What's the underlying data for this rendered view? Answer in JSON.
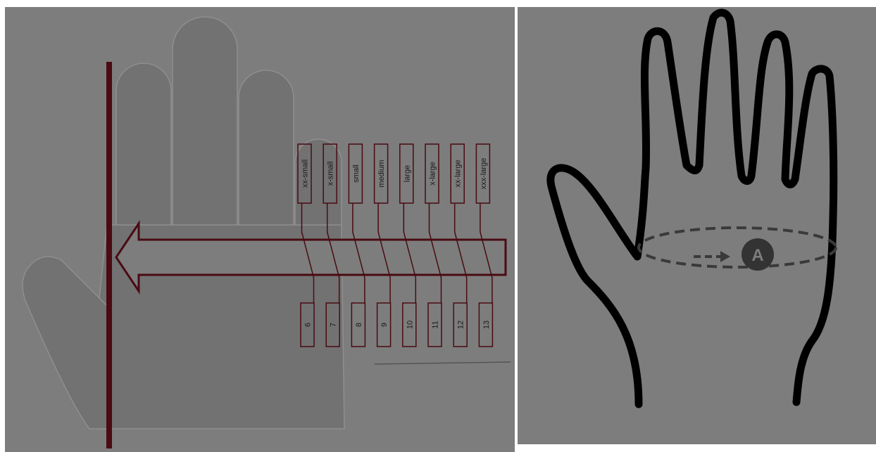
{
  "size_chart": {
    "sizes": [
      "xx-small",
      "x-small",
      "small",
      "medium",
      "large",
      "x-large",
      "xx-large",
      "xxx-large"
    ],
    "numbers": [
      "6",
      "7",
      "8",
      "9",
      "10",
      "11",
      "12",
      "13"
    ]
  },
  "measurement_diagram": {
    "marker_label": "A"
  }
}
